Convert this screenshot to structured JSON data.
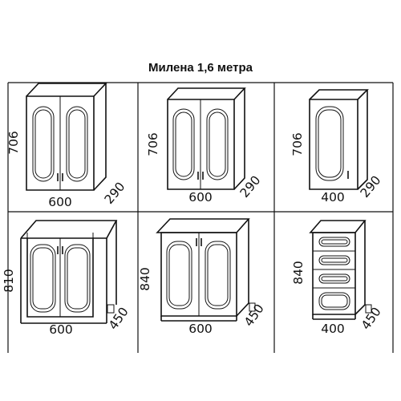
{
  "title": "Милена 1,6 метра",
  "modules": [
    {
      "height": "706",
      "width": "600",
      "depth": "290"
    },
    {
      "height": "706",
      "width": "600",
      "depth": "290"
    },
    {
      "height": "706",
      "width": "400",
      "depth": "290"
    },
    {
      "height": "810",
      "width": "600",
      "depth": "450"
    },
    {
      "height": "840",
      "width": "600",
      "depth": "450"
    },
    {
      "height": "840",
      "width": "400",
      "depth": "450"
    }
  ]
}
